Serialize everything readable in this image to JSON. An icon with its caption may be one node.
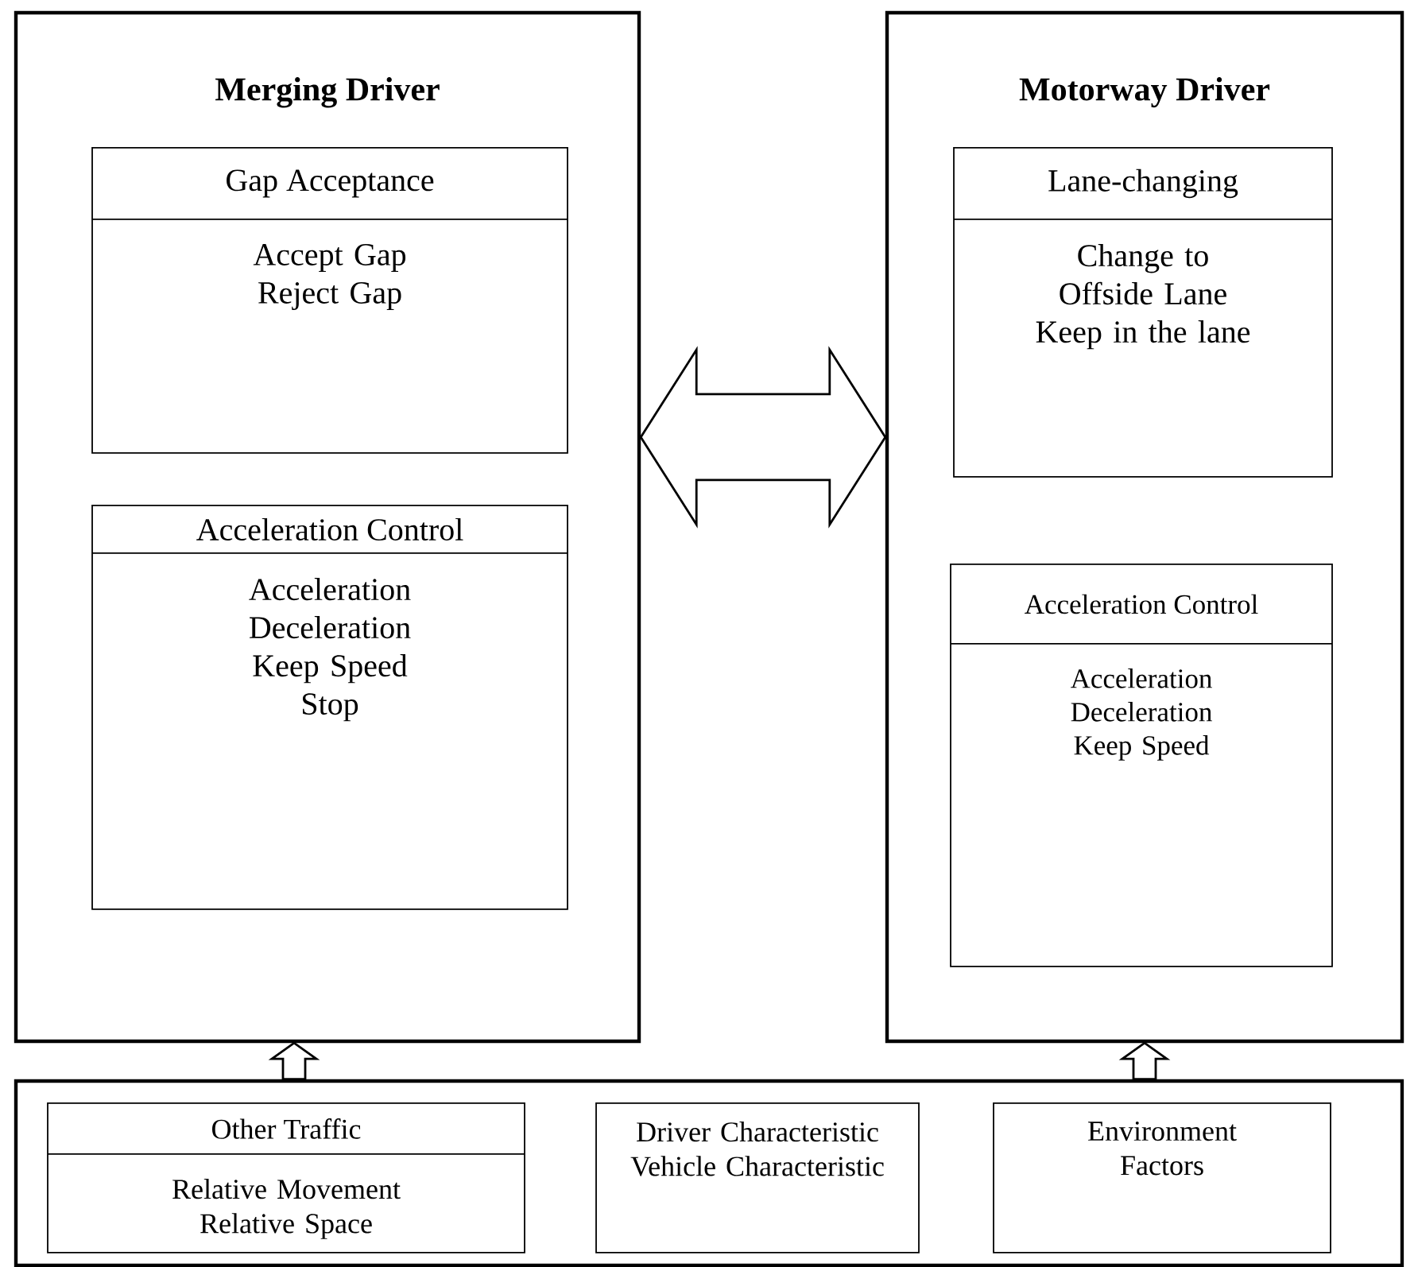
{
  "diagram": {
    "nodes": [
      {
        "text": [
          "Merging Driver"
        ]
      },
      {
        "text": [
          "Gap Acceptance",
          "Accept Gap",
          "Reject Gap"
        ],
        "in": 0
      },
      {
        "text": [
          "Acceleration Control",
          "Acceleration",
          "Deceleration",
          "Keep Speed",
          "Stop"
        ],
        "in": 0
      },
      {
        "text": [
          "Motorway Driver"
        ]
      },
      {
        "text": [
          "Lane-changing",
          "Change to Offside Lane",
          "Keep in the lane"
        ],
        "in": 3
      },
      {
        "text": [
          "Acceleration Control",
          "Acceleration",
          "Deceleration",
          "Keep Speed"
        ],
        "in": 3
      },
      {
        "text": [],
        "shape": "box"
      },
      {
        "text": [
          "Other Traffic",
          "Relative Movement",
          "Relative Space"
        ],
        "in": 6
      },
      {
        "text": [
          "Driver Characteristic",
          "Vehicle Characteristic"
        ],
        "in": 6
      },
      {
        "text": [
          "Environment Factors"
        ],
        "in": 6
      }
    ],
    "edges": [
      {
        "from": 0,
        "to": 3,
        "arrow": "both"
      },
      {
        "from": 6,
        "to": 0,
        "arrow": "to"
      },
      {
        "from": 6,
        "to": 3,
        "arrow": "to"
      }
    ]
  }
}
